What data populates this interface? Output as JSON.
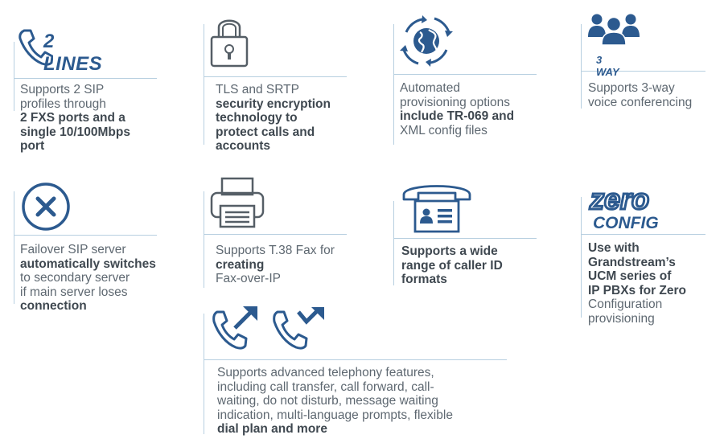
{
  "features": [
    {
      "id": "two-lines",
      "icon": "phone-icon",
      "badge": "2 LINES",
      "lines": [
        {
          "text": "Supports 2 SIP",
          "bold": false
        },
        {
          "text": "profiles through",
          "bold": false
        },
        {
          "text": "2 FXS ports and a",
          "bold": true
        },
        {
          "text": "single 10/100Mbps",
          "bold": true
        },
        {
          "text": "port",
          "bold": true
        }
      ]
    },
    {
      "id": "security",
      "icon": "padlock-icon",
      "lines": [
        {
          "text": "TLS and SRTP",
          "bold": false
        },
        {
          "text": "security encryption",
          "bold": true
        },
        {
          "text": "technology to",
          "bold": true
        },
        {
          "text": "protect calls and",
          "bold": true
        },
        {
          "text": "accounts",
          "bold": true
        }
      ]
    },
    {
      "id": "provisioning",
      "icon": "globe-refresh-icon",
      "lines": [
        {
          "text": "Automated",
          "bold": false
        },
        {
          "text": "provisioning options",
          "bold": false
        },
        {
          "text": "include TR-069 and",
          "bold": true
        },
        {
          "text": "XML config files",
          "bold": false
        }
      ]
    },
    {
      "id": "conference",
      "icon": "people-group-icon",
      "badge": "3 WAY",
      "lines": [
        {
          "text": "Supports 3-way",
          "bold": false
        },
        {
          "text": "voice conferencing",
          "bold": false
        }
      ]
    },
    {
      "id": "failover",
      "icon": "close-circle-icon",
      "lines": [
        {
          "text": "Failover SIP server",
          "bold": false
        },
        {
          "text": "automatically switches",
          "bold": true
        },
        {
          "text": "to secondary server",
          "bold": false
        },
        {
          "text": "if main server loses",
          "bold": false
        },
        {
          "text": "connection",
          "bold": true
        }
      ]
    },
    {
      "id": "fax",
      "icon": "fax-icon",
      "lines": [
        {
          "text": "Supports T.38 Fax for",
          "bold": false
        },
        {
          "text": "creating",
          "bold": true
        },
        {
          "text": "Fax-over-IP",
          "bold": false
        }
      ]
    },
    {
      "id": "caller-id",
      "icon": "caller-id-phone-icon",
      "lines": [
        {
          "text": "Supports a wide",
          "bold": true
        },
        {
          "text": "range of caller ID",
          "bold": true
        },
        {
          "text": "formats",
          "bold": true
        }
      ]
    },
    {
      "id": "zero-config",
      "icon": "zero-config-logo",
      "badge_top": "zero",
      "badge_bottom": "CONFIG",
      "lines": [
        {
          "text": "Use with",
          "bold": true
        },
        {
          "text": "Grandstream’s",
          "bold": true
        },
        {
          "text": "UCM series of",
          "bold": true
        },
        {
          "text": "IP PBXs for Zero",
          "bold": true
        },
        {
          "text": "Configuration",
          "bold": false
        },
        {
          "text": "provisioning",
          "bold": false
        }
      ]
    },
    {
      "id": "telephony",
      "icon": "call-transfer-icons",
      "lines": [
        {
          "text": "Supports advanced telephony features,",
          "bold": false
        },
        {
          "text": "including call transfer, call forward, call-",
          "bold": false
        },
        {
          "text": "waiting, do not disturb, message waiting",
          "bold": false
        },
        {
          "text": "indication, multi-language prompts, flexible",
          "bold": false
        },
        {
          "text": "dial plan and more",
          "bold": true
        }
      ]
    }
  ]
}
